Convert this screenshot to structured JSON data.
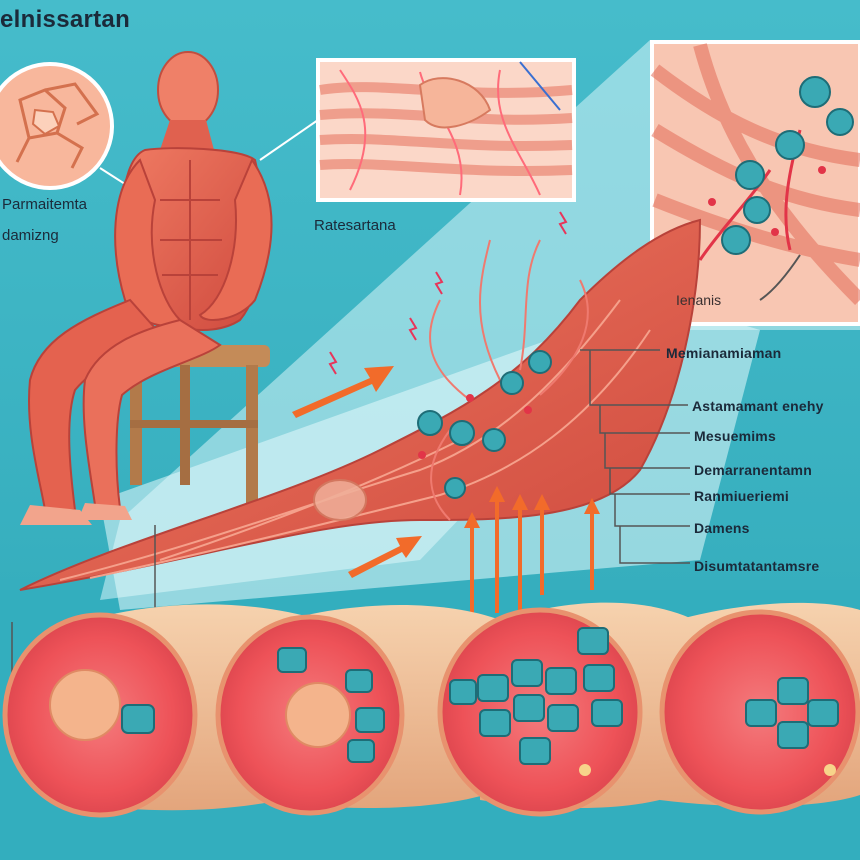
{
  "title": "elnissartan",
  "labels": {
    "left_1": "Parmaitemta",
    "left_2": "damizng",
    "middle": "Ratesartana",
    "inset": "Ienanis"
  },
  "callouts": [
    "Memianamiaman",
    "Astamamant enehy",
    "Mesuemims",
    "Demarranentamn",
    "Ranmiueriemi",
    "Damens",
    "Disumtatantamsre"
  ],
  "colors": {
    "background": "#3fb6c4",
    "panel": "#cfeff3",
    "muscle": "#e8614f",
    "muscle_dark": "#c5443a",
    "skin": "#f4b8a2",
    "nerve": "#f08a7a",
    "drug_molecule": "#3aa9b4",
    "arrow": "#f26b2a",
    "cylinder_side": "#f0c29a",
    "cylinder_face": "#ef5a5e"
  },
  "icons": [
    "skin-texture-icon",
    "muscle-figure-icon",
    "molecule-icon",
    "arrow-icon",
    "lightning-icon"
  ]
}
